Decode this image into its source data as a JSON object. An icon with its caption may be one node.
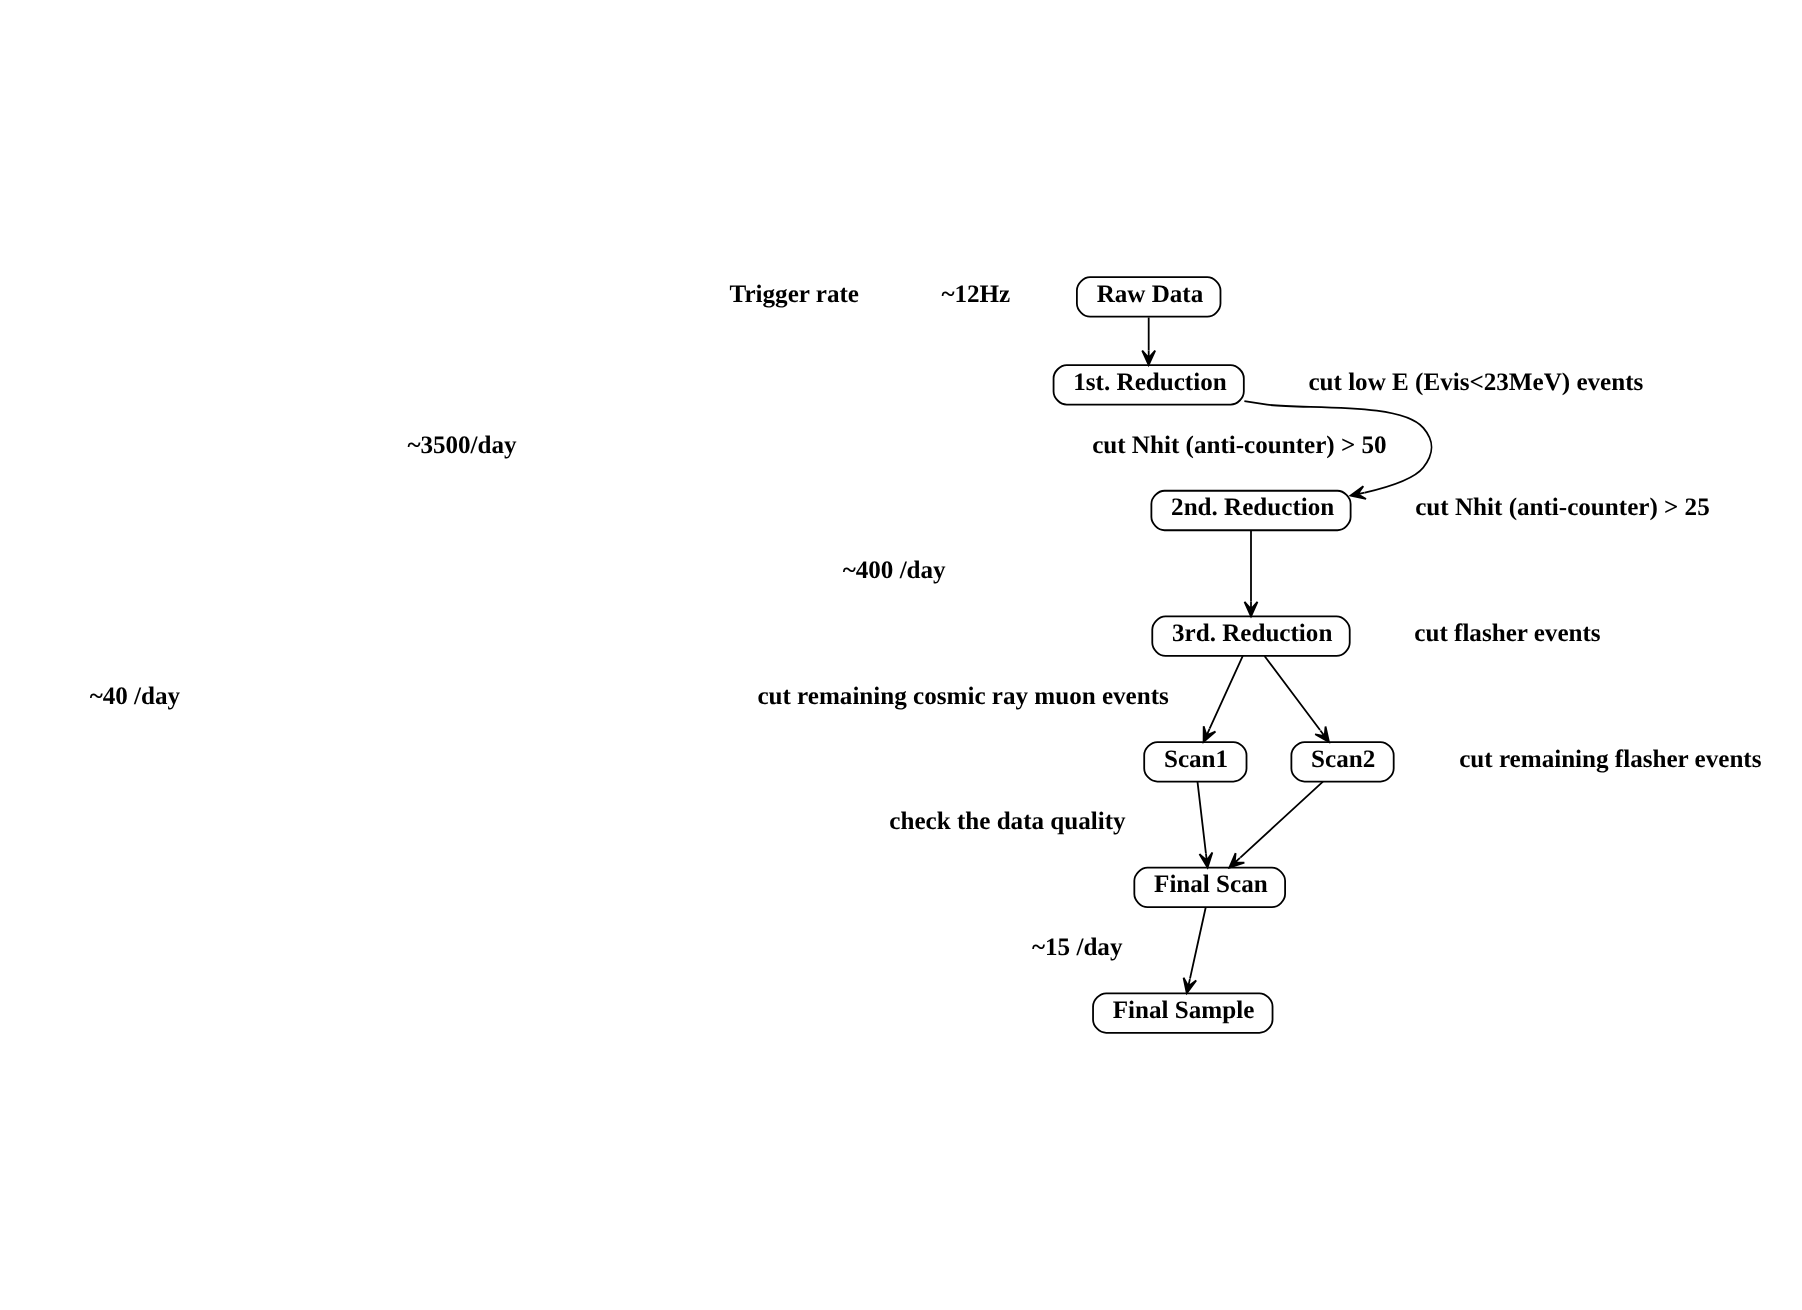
{
  "diagram": {
    "nodes": [
      {
        "text": [
          "Raw Data"
        ]
      },
      {
        "text": [
          "1st. Reduction"
        ]
      },
      {
        "text": [
          "2nd. Reduction"
        ]
      },
      {
        "text": [
          "3rd. Reduction"
        ]
      },
      {
        "text": [
          "Scan1"
        ]
      },
      {
        "text": [
          "Scan2"
        ]
      },
      {
        "text": [
          "Final Scan"
        ]
      },
      {
        "text": [
          "Final Sample"
        ]
      }
    ],
    "edges": [
      {
        "from": 0,
        "to": 1,
        "arrow": "to"
      },
      {
        "from": 1,
        "to": 2,
        "arrow": "to"
      },
      {
        "from": 2,
        "to": 3,
        "arrow": "to"
      },
      {
        "from": 3,
        "to": 4,
        "arrow": "to"
      },
      {
        "from": 3,
        "to": 5,
        "arrow": "to"
      },
      {
        "from": 4,
        "to": 6,
        "arrow": "to"
      },
      {
        "from": 5,
        "to": 6,
        "arrow": "to"
      },
      {
        "from": 6,
        "to": 7,
        "arrow": "to"
      }
    ],
    "labels": [
      "Trigger rate",
      "~12Hz",
      "cut low E (Evis<23MeV) events",
      "~3500/day",
      "cut Nhit (anti-counter) > 50",
      "cut Nhit (anti-counter) > 25",
      "~400 /day",
      "cut flasher events",
      "~40 /day",
      "cut remaining cosmic ray muon events",
      "cut remaining flasher events",
      "check the data quality",
      "~15 /day"
    ]
  }
}
